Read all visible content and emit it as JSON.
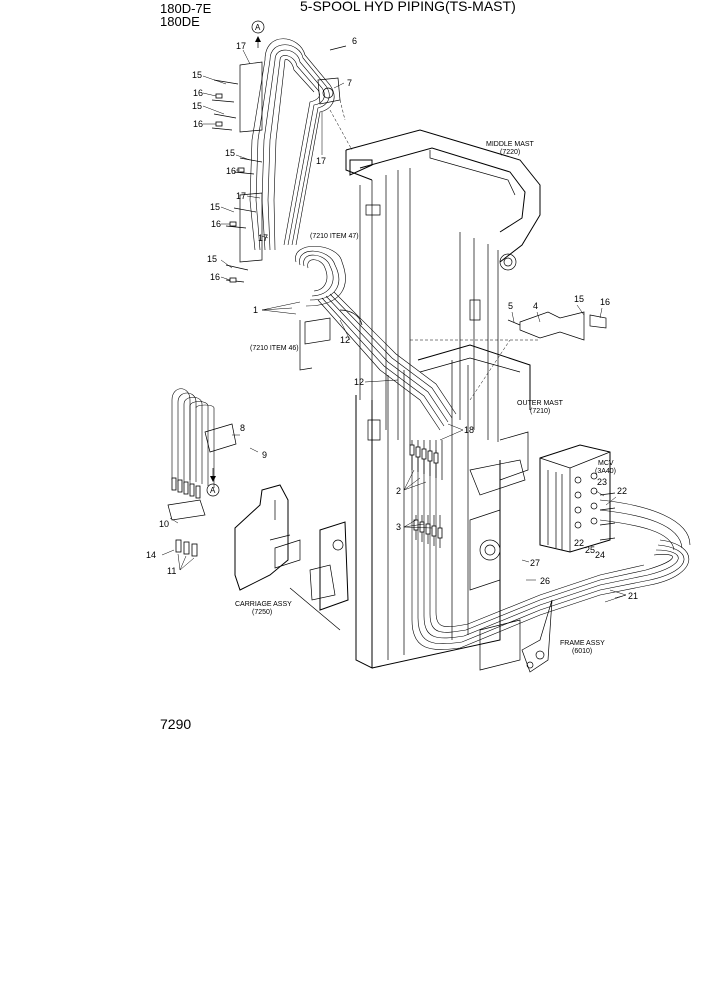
{
  "header": {
    "model_line1": "180D-7E",
    "model_line2": "180DE",
    "title": "5-SPOOL HYD PIPING(TS-MAST)"
  },
  "drawing_number": "7290",
  "assemblies": {
    "middle_mast": "MIDDLE MAST",
    "middle_mast_ref": "(7220)",
    "outer_mast": "OUTER MAST",
    "outer_mast_ref": "(7210)",
    "mcv": "MCV",
    "mcv_ref": "(3A40)",
    "carriage": "CARRIAGE ASSY",
    "carriage_ref": "(7250)",
    "frame": "FRAME ASSY",
    "frame_ref": "(6010)",
    "item47": "(7210 ITEM 47)",
    "item46": "(7210 ITEM 46)"
  },
  "view_marker": "A",
  "callouts": {
    "c1": "1",
    "c2": "2",
    "c3": "3",
    "c4": "4",
    "c5": "5",
    "c6": "6",
    "c7": "7",
    "c8": "8",
    "c9": "9",
    "c10": "10",
    "c11": "11",
    "c12a": "12",
    "c12b": "12",
    "c14": "14",
    "c15a": "15",
    "c15b": "15",
    "c15c": "15",
    "c15d": "15",
    "c15e": "15",
    "c15f": "15",
    "c16a": "16",
    "c16b": "16",
    "c16c": "16",
    "c16d": "16",
    "c16e": "16",
    "c16f": "16",
    "c17a": "17",
    "c17b": "17",
    "c17c": "17",
    "c17d": "17",
    "c18": "18",
    "c21": "21",
    "c22a": "22",
    "c22b": "22",
    "c23": "23",
    "c24": "24",
    "c25": "25",
    "c26": "26",
    "c27": "27"
  }
}
